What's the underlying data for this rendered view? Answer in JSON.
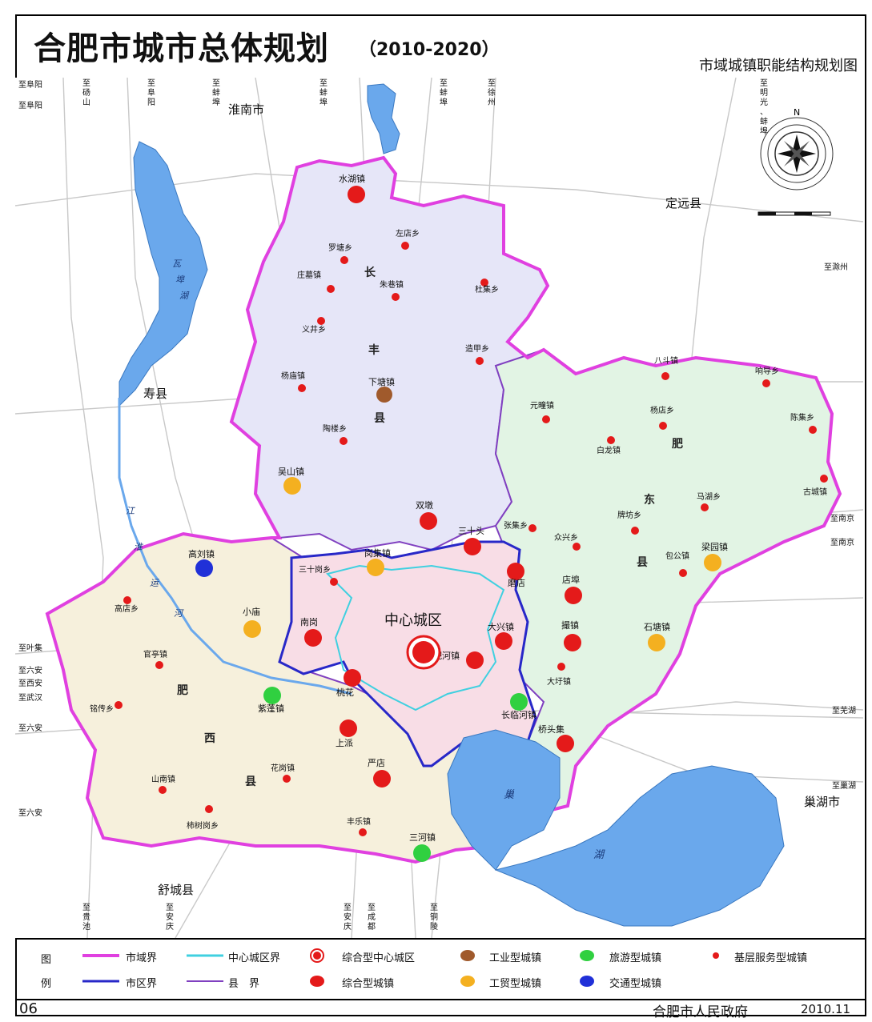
{
  "header": {
    "title": "合肥市城市总体规划",
    "years": "（2010-2020）",
    "subtitle": "市域城镇职能结构规划图"
  },
  "regions": {
    "huainan": "淮南市",
    "dingyuan": "定远县",
    "shouxian": "寿县",
    "chaohu_city": "巢湖市",
    "shucheng": "舒城县",
    "center": "中心城区"
  },
  "county_labels": {
    "changfeng": [
      "长",
      "丰",
      "县"
    ],
    "feidong": [
      "肥",
      "东",
      "县"
    ],
    "feixi": [
      "肥",
      "西",
      "县"
    ]
  },
  "water_labels": {
    "wabu": [
      "瓦",
      "埠",
      "湖"
    ],
    "jianghuai": [
      "江",
      "淮",
      "运",
      "河"
    ],
    "chaohu": [
      "巢",
      "湖"
    ]
  },
  "edge_labels": [
    {
      "text": "至阜阳",
      "orient": "h"
    },
    {
      "text": "至阜阳",
      "orient": "h"
    },
    {
      "text": "至砀山",
      "orient": "v"
    },
    {
      "text": "至阜阳",
      "orient": "v"
    },
    {
      "text": "至蚌埠",
      "orient": "v"
    },
    {
      "text": "至蚌埠",
      "orient": "v"
    },
    {
      "text": "至蚌埠",
      "orient": "v"
    },
    {
      "text": "至徐州",
      "orient": "v"
    },
    {
      "text": "至明光、蚌埠",
      "orient": "v"
    },
    {
      "text": "至滁州",
      "orient": "h"
    },
    {
      "text": "至南京",
      "orient": "h"
    },
    {
      "text": "至南京",
      "orient": "h"
    },
    {
      "text": "至芜湖",
      "orient": "h"
    },
    {
      "text": "至巢湖",
      "orient": "h"
    },
    {
      "text": "至叶集",
      "orient": "h"
    },
    {
      "text": "至六安",
      "orient": "h"
    },
    {
      "text": "至西安",
      "orient": "h"
    },
    {
      "text": "至武汉",
      "orient": "h"
    },
    {
      "text": "至六安",
      "orient": "h"
    },
    {
      "text": "至六安",
      "orient": "h"
    },
    {
      "text": "至贵池",
      "orient": "v"
    },
    {
      "text": "至安庆",
      "orient": "v"
    },
    {
      "text": "至安庆",
      "orient": "v"
    },
    {
      "text": "至成都",
      "orient": "v"
    },
    {
      "text": "至铜陵",
      "orient": "v"
    }
  ],
  "towns": [
    {
      "name": "水湖镇",
      "type": "comprehensive"
    },
    {
      "name": "左店乡",
      "type": "basic"
    },
    {
      "name": "罗塘乡",
      "type": "basic"
    },
    {
      "name": "庄墓镇",
      "type": "basic"
    },
    {
      "name": "朱巷镇",
      "type": "basic"
    },
    {
      "name": "杜集乡",
      "type": "basic"
    },
    {
      "name": "义井乡",
      "type": "basic"
    },
    {
      "name": "造甲乡",
      "type": "basic"
    },
    {
      "name": "杨庙镇",
      "type": "basic"
    },
    {
      "name": "下塘镇",
      "type": "industrial"
    },
    {
      "name": "陶楼乡",
      "type": "basic"
    },
    {
      "name": "吴山镇",
      "type": "trade"
    },
    {
      "name": "双墩",
      "type": "comprehensive"
    },
    {
      "name": "三十头",
      "type": "comprehensive"
    },
    {
      "name": "岗集镇",
      "type": "trade"
    },
    {
      "name": "三十岗乡",
      "type": "basic"
    },
    {
      "name": "高刘镇",
      "type": "transport"
    },
    {
      "name": "高店乡",
      "type": "basic"
    },
    {
      "name": "小庙",
      "type": "trade"
    },
    {
      "name": "南岗",
      "type": "comprehensive"
    },
    {
      "name": "官亭镇",
      "type": "basic"
    },
    {
      "name": "紫蓬镇",
      "type": "tourism"
    },
    {
      "name": "桃花",
      "type": "comprehensive"
    },
    {
      "name": "铭传乡",
      "type": "basic"
    },
    {
      "name": "上派",
      "type": "comprehensive"
    },
    {
      "name": "山南镇",
      "type": "basic"
    },
    {
      "name": "花岗镇",
      "type": "basic"
    },
    {
      "name": "严店",
      "type": "comprehensive"
    },
    {
      "name": "柿树岗乡",
      "type": "basic"
    },
    {
      "name": "丰乐镇",
      "type": "basic"
    },
    {
      "name": "三河镇",
      "type": "tourism"
    },
    {
      "name": "大兴镇",
      "type": "comprehensive"
    },
    {
      "name": "淝河镇",
      "type": "comprehensive"
    },
    {
      "name": "磨店",
      "type": "comprehensive"
    },
    {
      "name": "店埠",
      "type": "comprehensive"
    },
    {
      "name": "撮镇",
      "type": "comprehensive"
    },
    {
      "name": "大圩镇",
      "type": "basic"
    },
    {
      "name": "长临河镇",
      "type": "tourism"
    },
    {
      "name": "桥头集",
      "type": "comprehensive"
    },
    {
      "name": "石塘镇",
      "type": "trade"
    },
    {
      "name": "包公镇",
      "type": "basic"
    },
    {
      "name": "梁园镇",
      "type": "trade"
    },
    {
      "name": "牌坊乡",
      "type": "basic"
    },
    {
      "name": "众兴乡",
      "type": "basic"
    },
    {
      "name": "张集乡",
      "type": "basic"
    },
    {
      "name": "马湖乡",
      "type": "basic"
    },
    {
      "name": "古城镇",
      "type": "basic"
    },
    {
      "name": "陈集乡",
      "type": "basic"
    },
    {
      "name": "响导乡",
      "type": "basic"
    },
    {
      "name": "八斗镇",
      "type": "basic"
    },
    {
      "name": "杨店乡",
      "type": "basic"
    },
    {
      "name": "白龙镇",
      "type": "basic"
    },
    {
      "name": "元疃镇",
      "type": "basic"
    }
  ],
  "compass_label": "N",
  "colors": {
    "municipal_border": "#e040e0",
    "district_border": "#2828c8",
    "center_border": "#40d0e0",
    "county_border": "#8040c0",
    "changfeng_fill": "#e6e6f8",
    "feidong_fill": "#e2f4e4",
    "feixi_fill": "#f6f0dc",
    "center_fill": "#f8dde6",
    "water": "#6aa8ec",
    "comprehensive": "#e41a1a",
    "industrial": "#a05a2c",
    "tourism": "#30d040",
    "trade": "#f4b020",
    "transport": "#2030d8",
    "basic": "#e41a1a"
  },
  "legend": {
    "title": [
      "图",
      "例"
    ],
    "items": [
      {
        "key": "municipal",
        "label": "市域界"
      },
      {
        "key": "center_border",
        "label": "中心城区界"
      },
      {
        "key": "center_symbol",
        "label": "综合型中心城区"
      },
      {
        "key": "industrial",
        "label": "工业型城镇"
      },
      {
        "key": "tourism",
        "label": "旅游型城镇"
      },
      {
        "key": "basic",
        "label": "基层服务型城镇"
      },
      {
        "key": "district",
        "label": "市区界"
      },
      {
        "key": "county",
        "label": "县　界"
      },
      {
        "key": "comprehensive",
        "label": "综合型城镇"
      },
      {
        "key": "trade",
        "label": "工贸型城镇"
      },
      {
        "key": "transport",
        "label": "交通型城镇"
      }
    ]
  },
  "footer": {
    "page_number": "06",
    "issuer": "合肥市人民政府",
    "date": "2010.11"
  }
}
